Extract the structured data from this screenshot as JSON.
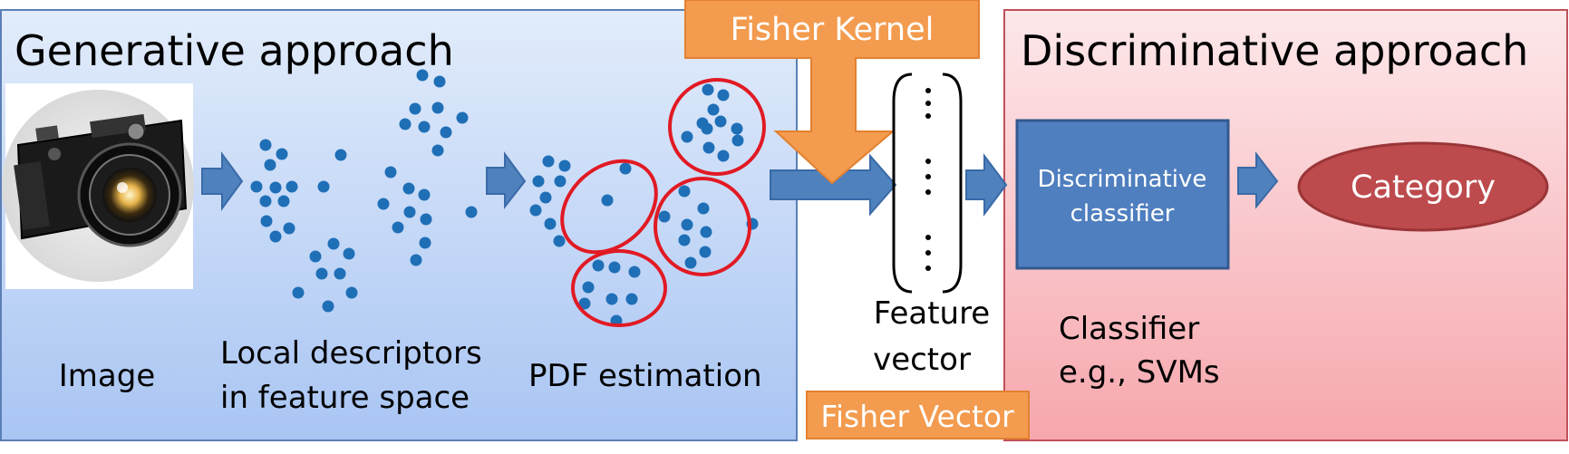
{
  "generative_panel": {
    "title": "Generative approach"
  },
  "discriminative_panel": {
    "title": "Discriminative approach"
  },
  "stages": {
    "image": {
      "caption": "Image"
    },
    "descriptors": {
      "caption_line1": "Local descriptors",
      "caption_line2": "in feature space"
    },
    "pdf": {
      "caption": "PDF estimation"
    },
    "feature_vector": {
      "caption_line1": "Feature",
      "caption_line2": "vector"
    },
    "classifier": {
      "box_line1": "Discriminative",
      "box_line2": "classifier",
      "caption_line1": "Classifier",
      "caption_line2": "e.g., SVMs"
    },
    "category": {
      "label": "Category"
    }
  },
  "fisher_kernel": {
    "label": "Fisher Kernel"
  },
  "fisher_vector": {
    "label": "Fisher Vector"
  },
  "colors": {
    "generative_bg_top": "#e2ecfb",
    "generative_bg_bottom": "#a9c5f3",
    "discriminative_bg_top": "#fde8ea",
    "discriminative_bg_bottom": "#f6a7ad",
    "arrow_blue": "#4f81bd",
    "point_blue": "#1f6fb7",
    "cluster_red": "#e11a24",
    "orange": "#f39b4e",
    "classifier_box": "#4f7fbf",
    "category_ellipse": "#bd4a4d"
  },
  "icons": {
    "image": "camera-photo",
    "flow": "right-arrow",
    "vector": "column-vector-dots"
  }
}
